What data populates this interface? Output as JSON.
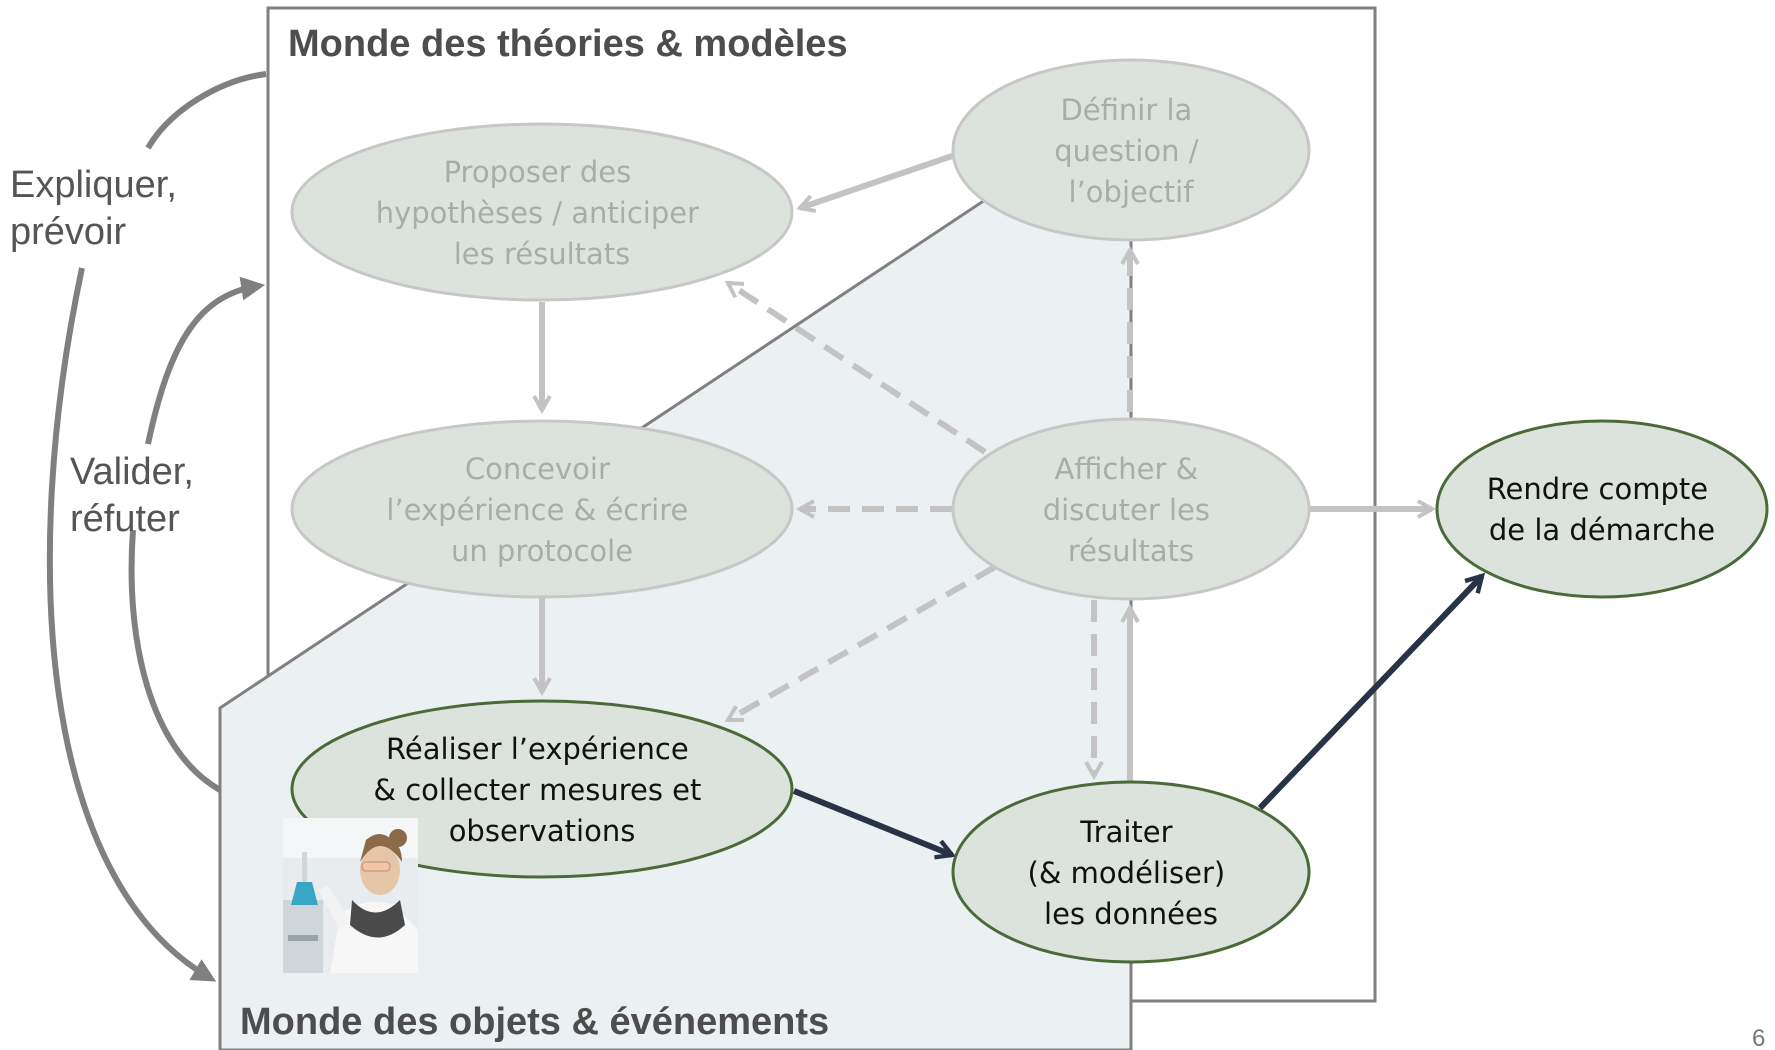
{
  "diagram": {
    "world_theories_title": "Monde des théories & modèles",
    "world_objects_title": "Monde des objets & événements",
    "side_labels": {
      "explain": [
        "Expliquer,",
        "prévoir"
      ],
      "validate": [
        "Valider,",
        "réfuter"
      ]
    },
    "nodes": {
      "define": {
        "lines": [
          "Définir la",
          "question /",
          "l’objectif"
        ],
        "state": "faded"
      },
      "propose": {
        "lines": [
          "Proposer des",
          "hypothèses / anticiper",
          "les résultats"
        ],
        "state": "faded"
      },
      "conceive": {
        "lines": [
          "Concevoir",
          "l’expérience & écrire",
          "un protocole"
        ],
        "state": "faded"
      },
      "display": {
        "lines": [
          "Afficher &",
          "discuter les",
          "résultats"
        ],
        "state": "faded"
      },
      "realize": {
        "lines": [
          "Réaliser l’expérience",
          "& collecter mesures et",
          "observations"
        ],
        "state": "active"
      },
      "process": {
        "lines": [
          "Traiter",
          "(& modéliser)",
          "les données"
        ],
        "state": "active"
      },
      "report": {
        "lines": [
          "Rendre compte",
          "de la démarche"
        ],
        "state": "active"
      }
    },
    "page_number": "6",
    "colors": {
      "faded_fill": "#dce3dc",
      "faded_stroke": "#c7c7c7",
      "active_fill": "#dce3dc",
      "active_stroke": "#4a6a3a",
      "dark_arrow": "#283347",
      "light_arrow": "#c3c3c3",
      "objects_world_bg": "#ebf1f2",
      "frame": "#808080"
    }
  }
}
